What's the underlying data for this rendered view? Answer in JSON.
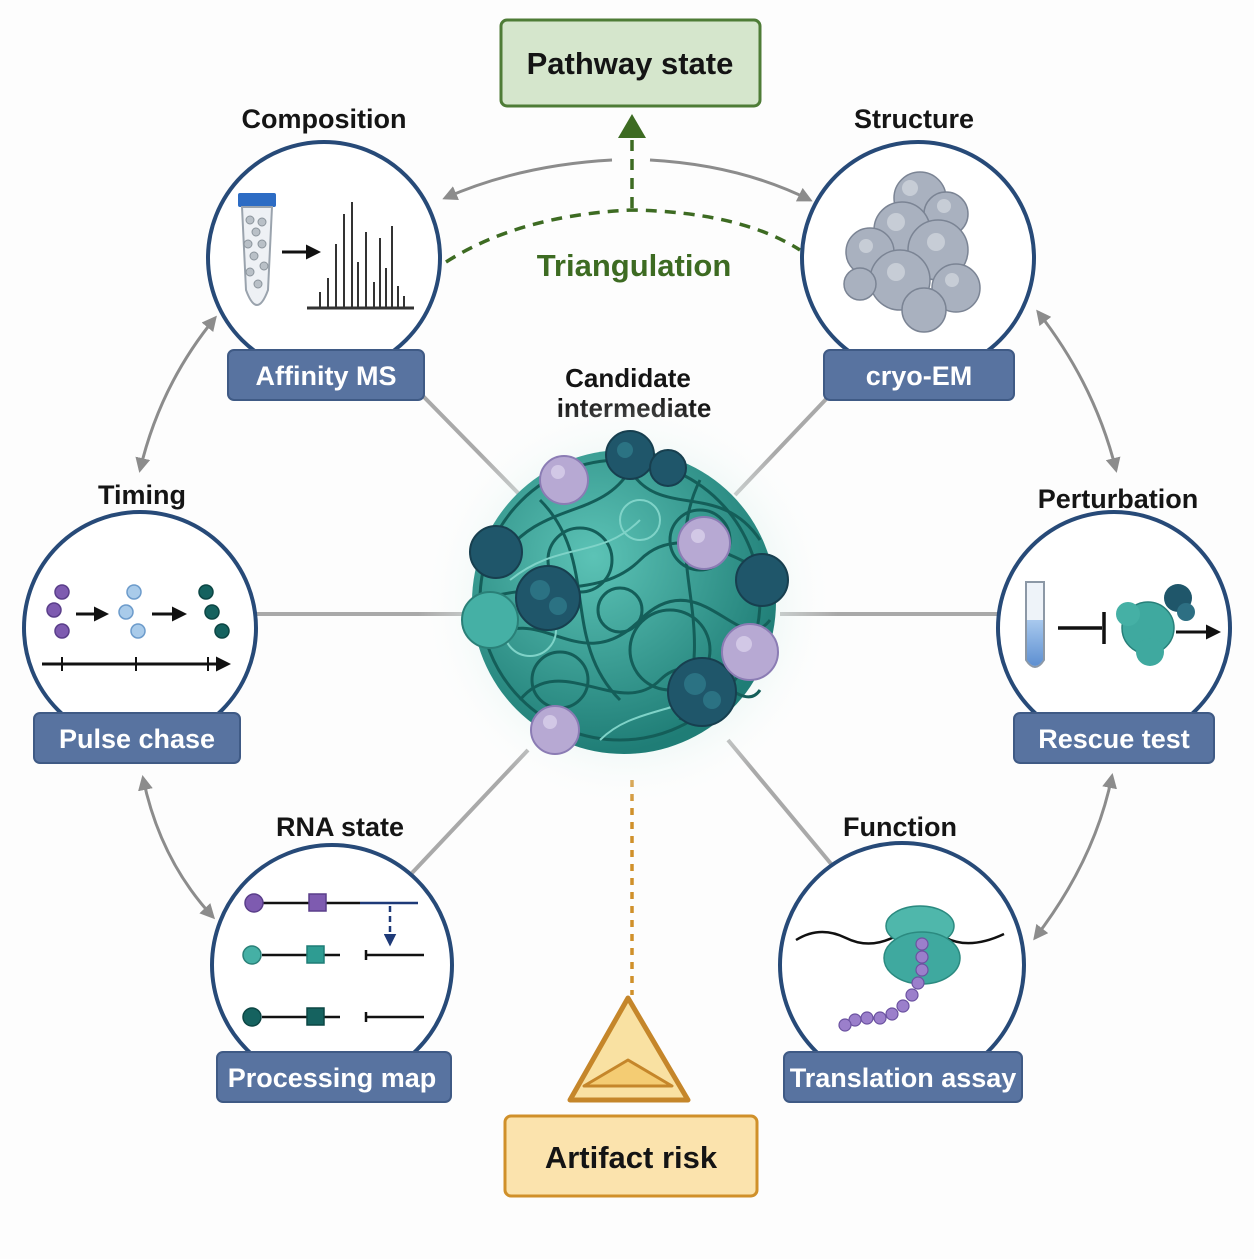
{
  "diagram": {
    "top_box": "Pathway state",
    "bottom_box": "Artifact risk",
    "center_label_line1": "Candidate",
    "center_label_line2": "intermediate",
    "link_label": "Triangulation",
    "nodes": {
      "composition": {
        "heading": "Composition",
        "method": "Affinity MS"
      },
      "structure": {
        "heading": "Structure",
        "method": "cryo-EM"
      },
      "timing": {
        "heading": "Timing",
        "method": "Pulse chase"
      },
      "perturbation": {
        "heading": "Perturbation",
        "method": "Rescue test"
      },
      "rna_state": {
        "heading": "RNA state",
        "method": "Processing map"
      },
      "function": {
        "heading": "Function",
        "method": "Translation assay"
      }
    },
    "colors": {
      "pill": "#5873a0",
      "card_border": "#274a78",
      "triangulation_green": "#3d6b22",
      "artifact_orange": "#d0902a",
      "complex_teal": "#2f9c92",
      "complex_dark": "#1f566a",
      "complex_lavender": "#b7a9d3"
    }
  }
}
